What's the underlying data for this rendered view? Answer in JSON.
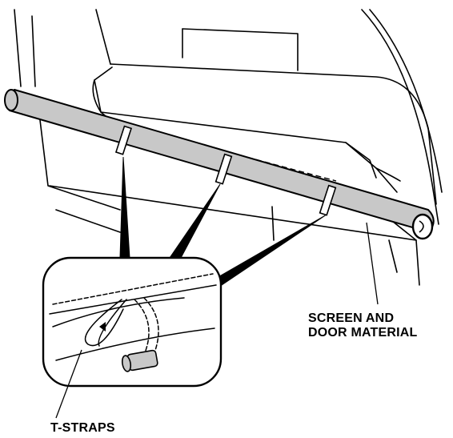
{
  "labels": {
    "screen_material_line1": "SCREEN AND",
    "screen_material_line2": "DOOR MATERIAL",
    "t_straps": "T-STRAPS"
  },
  "colors": {
    "line": "#000000",
    "roll_fill": "#c8c8c8",
    "background": "#ffffff"
  }
}
